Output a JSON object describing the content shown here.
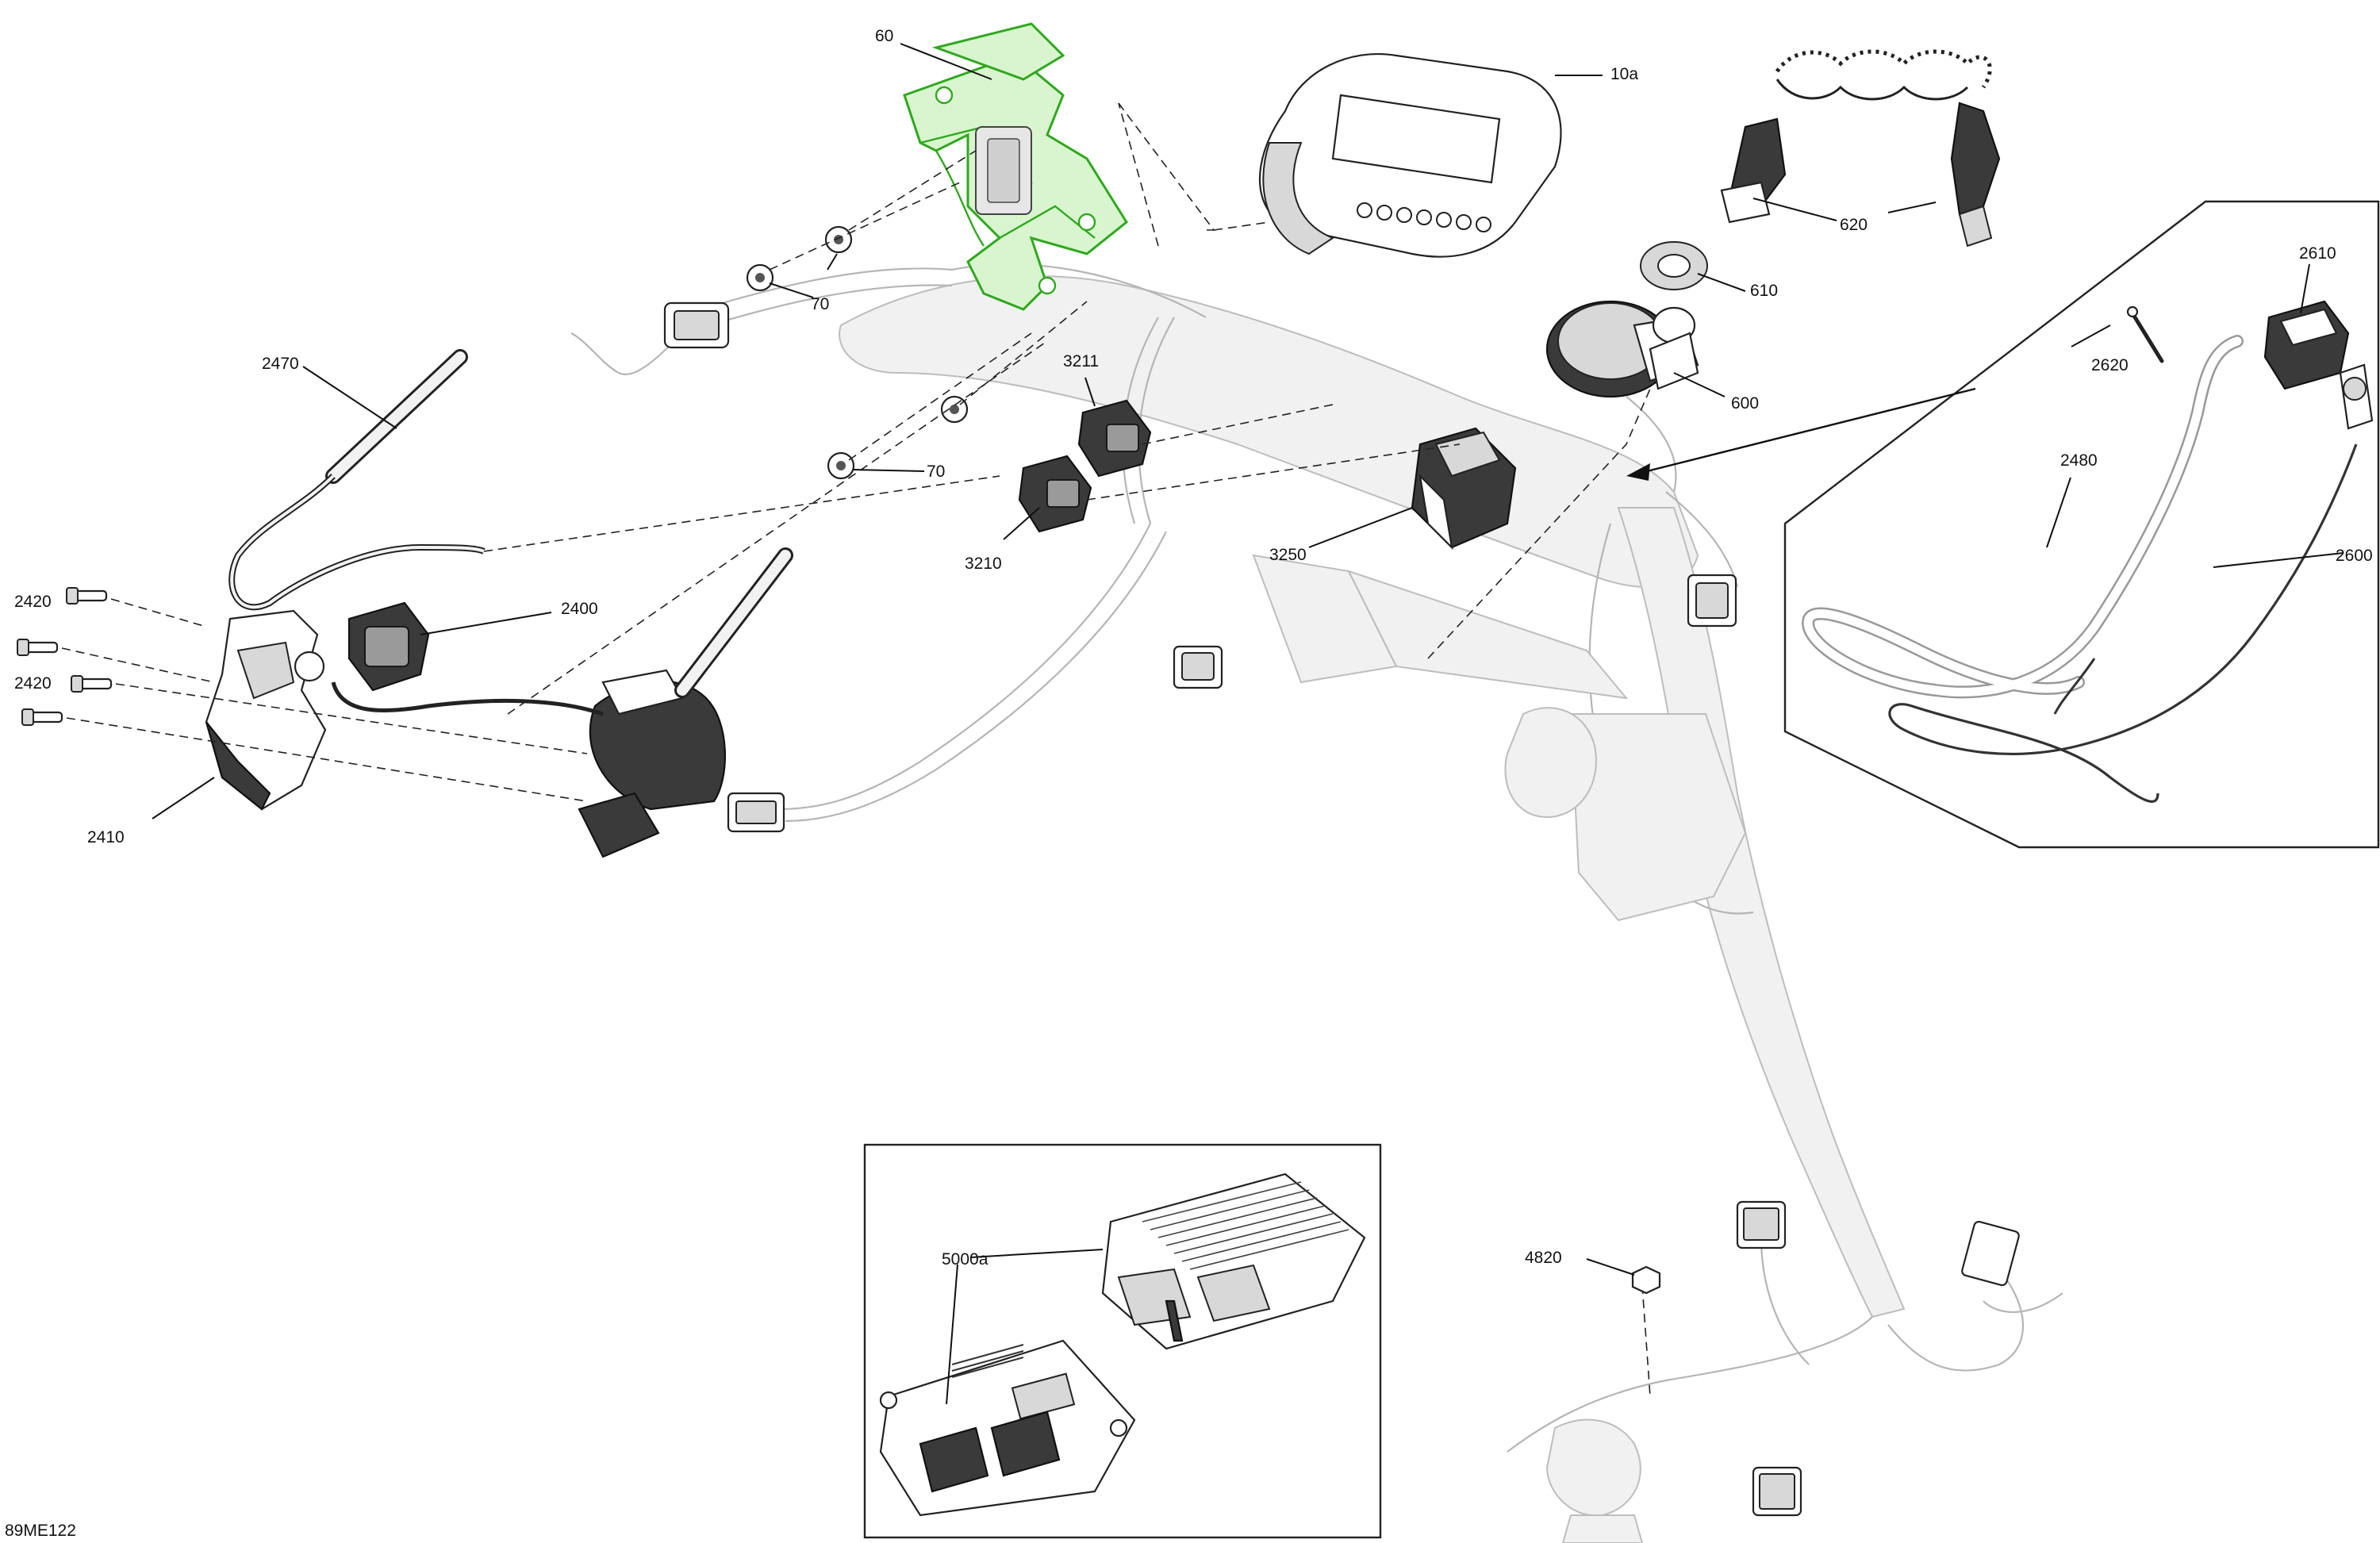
{
  "diagram_ref": "89ME122",
  "highlight_color": "#2fa81e",
  "callouts": {
    "c60": "60",
    "c10a": "10a",
    "c620": "620",
    "c610": "610",
    "c600": "600",
    "c70a": "70",
    "c70b": "70",
    "c3211": "3211",
    "c3210": "3210",
    "c3250": "3250",
    "c2470": "2470",
    "c2420a": "2420",
    "c2420b": "2420",
    "c2400": "2400",
    "c2410": "2410",
    "c2610": "2610",
    "c2620": "2620",
    "c2480": "2480",
    "c2600": "2600",
    "c5000a": "5000a",
    "c4820": "4820"
  }
}
